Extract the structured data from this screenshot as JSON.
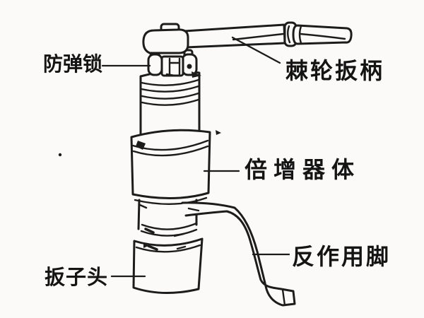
{
  "labels": {
    "anti_rebound_lock": "防弹锁",
    "ratchet_handle": "棘轮扳柄",
    "multiplier_body": "倍增器体",
    "reaction_foot": "反作用脚",
    "wrench_head": "扳子头"
  },
  "colors": {
    "paper": "#fbfaf8",
    "ink": "#1c1c1c",
    "text": "#141414"
  }
}
